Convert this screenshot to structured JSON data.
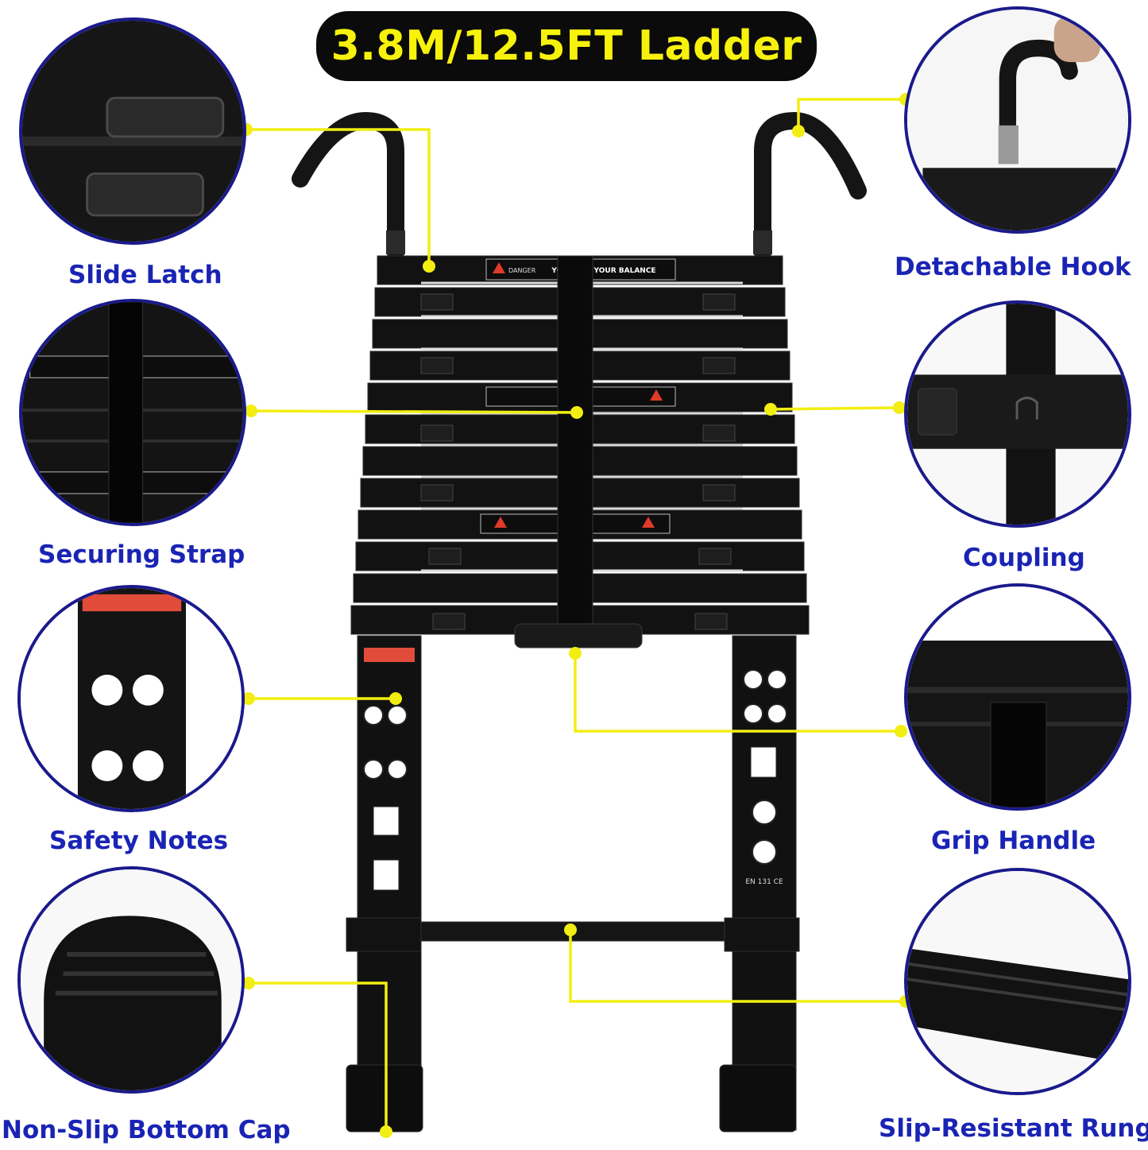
{
  "title": "3.8M/12.5FT Ladder",
  "colors": {
    "title_bg": "#0b0b0b",
    "title_text": "#f7f20c",
    "label_text": "#1a24b4",
    "callout_border": "#1a1a8c",
    "leader_line": "#f2ee12",
    "ladder": "#121212"
  },
  "callouts": {
    "slide_latch": {
      "label": "Slide Latch"
    },
    "detachable_hook": {
      "label": "Detachable Hook"
    },
    "securing_strap": {
      "label": "Securing Strap"
    },
    "coupling": {
      "label": "Coupling"
    },
    "safety_notes": {
      "label": "Safety Notes"
    },
    "grip_handle": {
      "label": "Grip Handle"
    },
    "non_slip_bottom_cap": {
      "label": "Non-Slip Bottom Cap"
    },
    "slip_resistant_rung": {
      "label": "Slip-Resistant Rung"
    }
  },
  "ladder_labels": {
    "danger": "DANGER",
    "balance_warning": "YOU LOSE YOUR BALANCE",
    "standard": "EN 131 CE"
  }
}
